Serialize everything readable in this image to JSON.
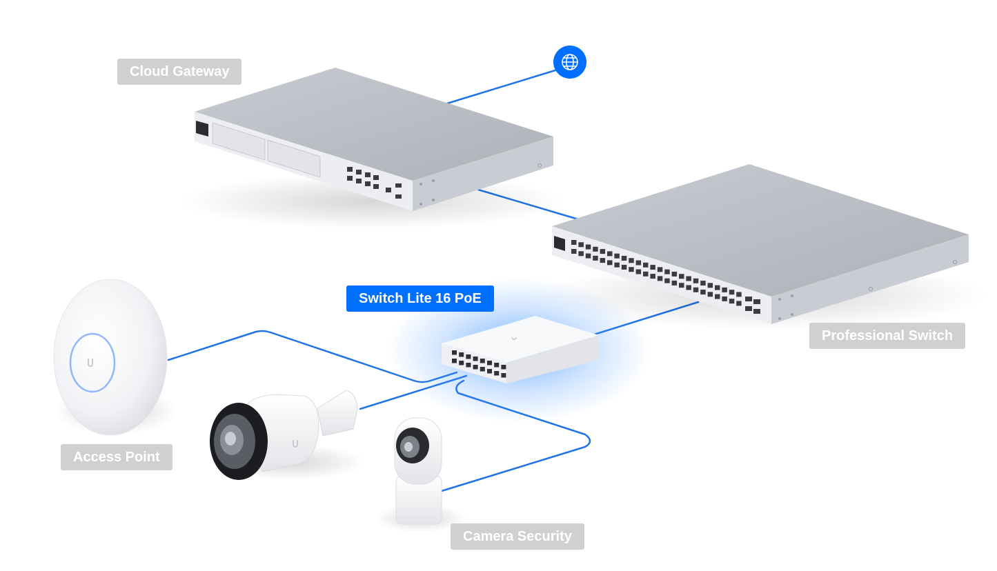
{
  "labels": {
    "cloud_gateway": "Cloud Gateway",
    "switch_lite": "Switch Lite 16 PoE",
    "professional_switch": "Professional Switch",
    "access_point": "Access Point",
    "camera_security": "Camera Security"
  },
  "icons": {
    "internet": "globe-icon"
  },
  "colors": {
    "accent": "#006fff",
    "link": "#1f73e8",
    "label_gray": "#d0d0d2",
    "device_gray": "#b9bcc3",
    "device_white": "#f3f4f6"
  }
}
